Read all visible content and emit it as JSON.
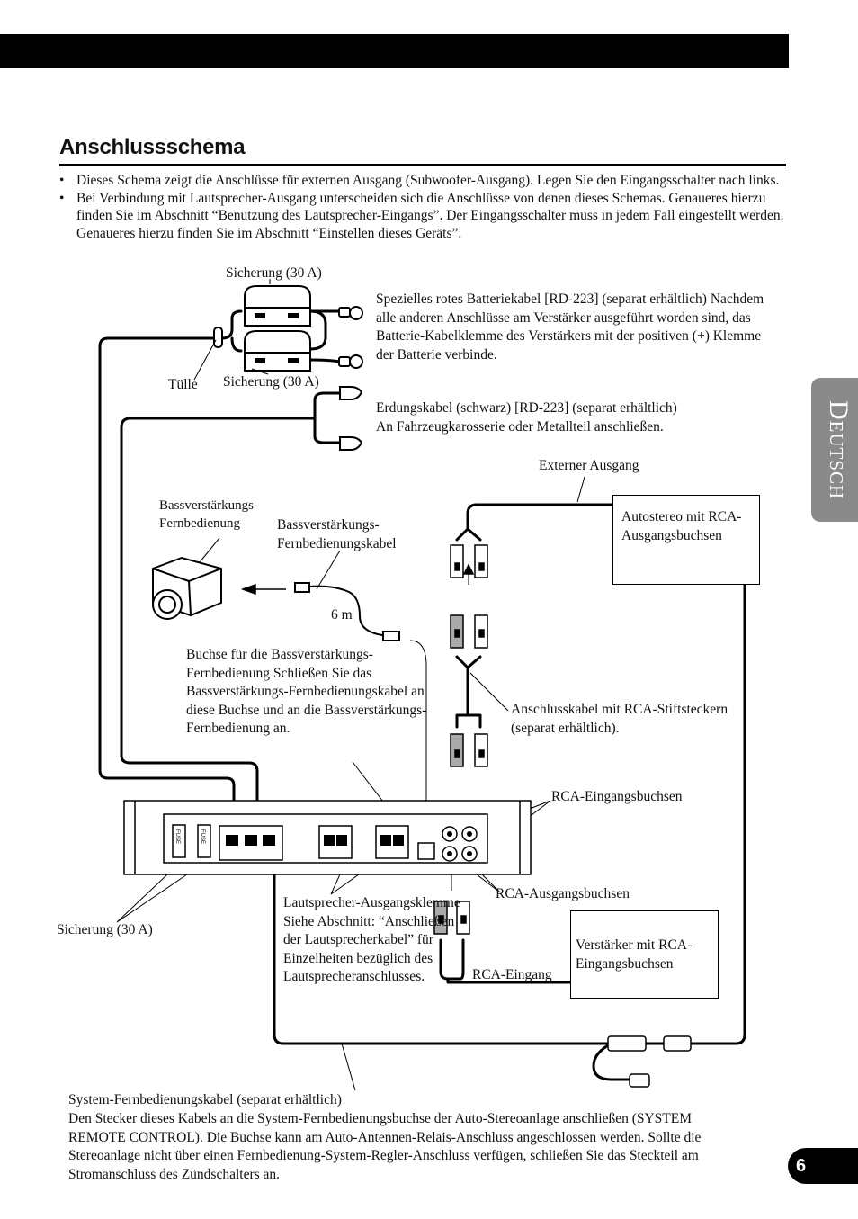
{
  "section": {
    "title": "Anschlussschema"
  },
  "bullets": [
    "Dieses Schema zeigt die Anschlüsse für externen Ausgang (Subwoofer-Ausgang). Legen Sie den Eingangsschalter nach links.",
    "Bei Verbindung mit Lautsprecher-Ausgang unterscheiden sich die Anschlüsse von denen dieses Schemas. Genaueres hierzu finden Sie im Abschnitt “Benutzung des Lautsprecher-Eingangs”. Der Eingangsschalter muss in jedem Fall eingestellt werden. Genaueres hierzu finden Sie im Abschnitt “Einstellen dieses Geräts”."
  ],
  "side_tab": "Deutsch",
  "page_number": "6",
  "labels": {
    "fuse_top": "Sicherung (30 A)",
    "fuse_mid": "Sicherung (30 A)",
    "fuse_bottom": "Sicherung (30 A)",
    "grommet": "Tülle",
    "battery_cable": "Spezielles rotes Batteriekabel [RD-223] (separat erhältlich) Nachdem alle anderen Anschlüsse am Verstärker ausgeführt worden sind, das Batterie-Kabelklemme des Verstärkers mit der positiven (+) Klemme der Batterie verbinde.",
    "ground_cable_1": "Erdungskabel (schwarz) [RD-223] (separat erhältlich)",
    "ground_cable_2": "An Fahrzeugkarosserie oder Metallteil anschließen.",
    "external_output": "Externer Ausgang",
    "autostereo": "Autostereo mit RCA-Ausgangsbuchsen",
    "bass_remote": "Bassverstärkungs-Fernbedienung",
    "bass_remote_cable": "Bassverstärkungs-Fernbedienungskabel",
    "length": "6 m",
    "bass_jack": "Buchse für die Bassverstärkungs-Fernbedienung Schließen Sie das Bassverstärkungs-Fernbedienungskabel an diese Buchse und an die Bassverstärkungs-Fernbedienung an.",
    "rca_cable": "Anschlusskabel mit RCA-Stiftsteckern (separat erhältlich).",
    "rca_input_jacks": "RCA-Eingangsbuchsen",
    "rca_output_jacks": "RCA-Ausgangsbuchsen",
    "speaker_terminal": "Lautsprecher-Ausgangsklemme Siehe Abschnitt: “Anschließen der Lautsprecherkabel” für Einzelheiten bezüglich des Lautsprecheranschlusses.",
    "rca_input": "RCA-Eingang",
    "amp_rca": "Verstärker mit RCA-Eingangsbuchsen",
    "system_remote_title": "System-Fernbedienungskabel (separat erhältlich)",
    "system_remote_text": "Den Stecker dieses Kabels an die System-Fernbedienungsbuchse der Auto-Stereoanlage anschließen (SYSTEM REMOTE CONTROL). Die Buchse kann am Auto-Antennen-Relais-Anschluss angeschlossen werden. Sollte die Stereoanlage nicht über einen Fernbedienung-System-Regler-Anschluss verfügen, schließen Sie das Steckteil am Stromanschluss des Zündschalters an.",
    "fuse_marking": "FUSE"
  }
}
